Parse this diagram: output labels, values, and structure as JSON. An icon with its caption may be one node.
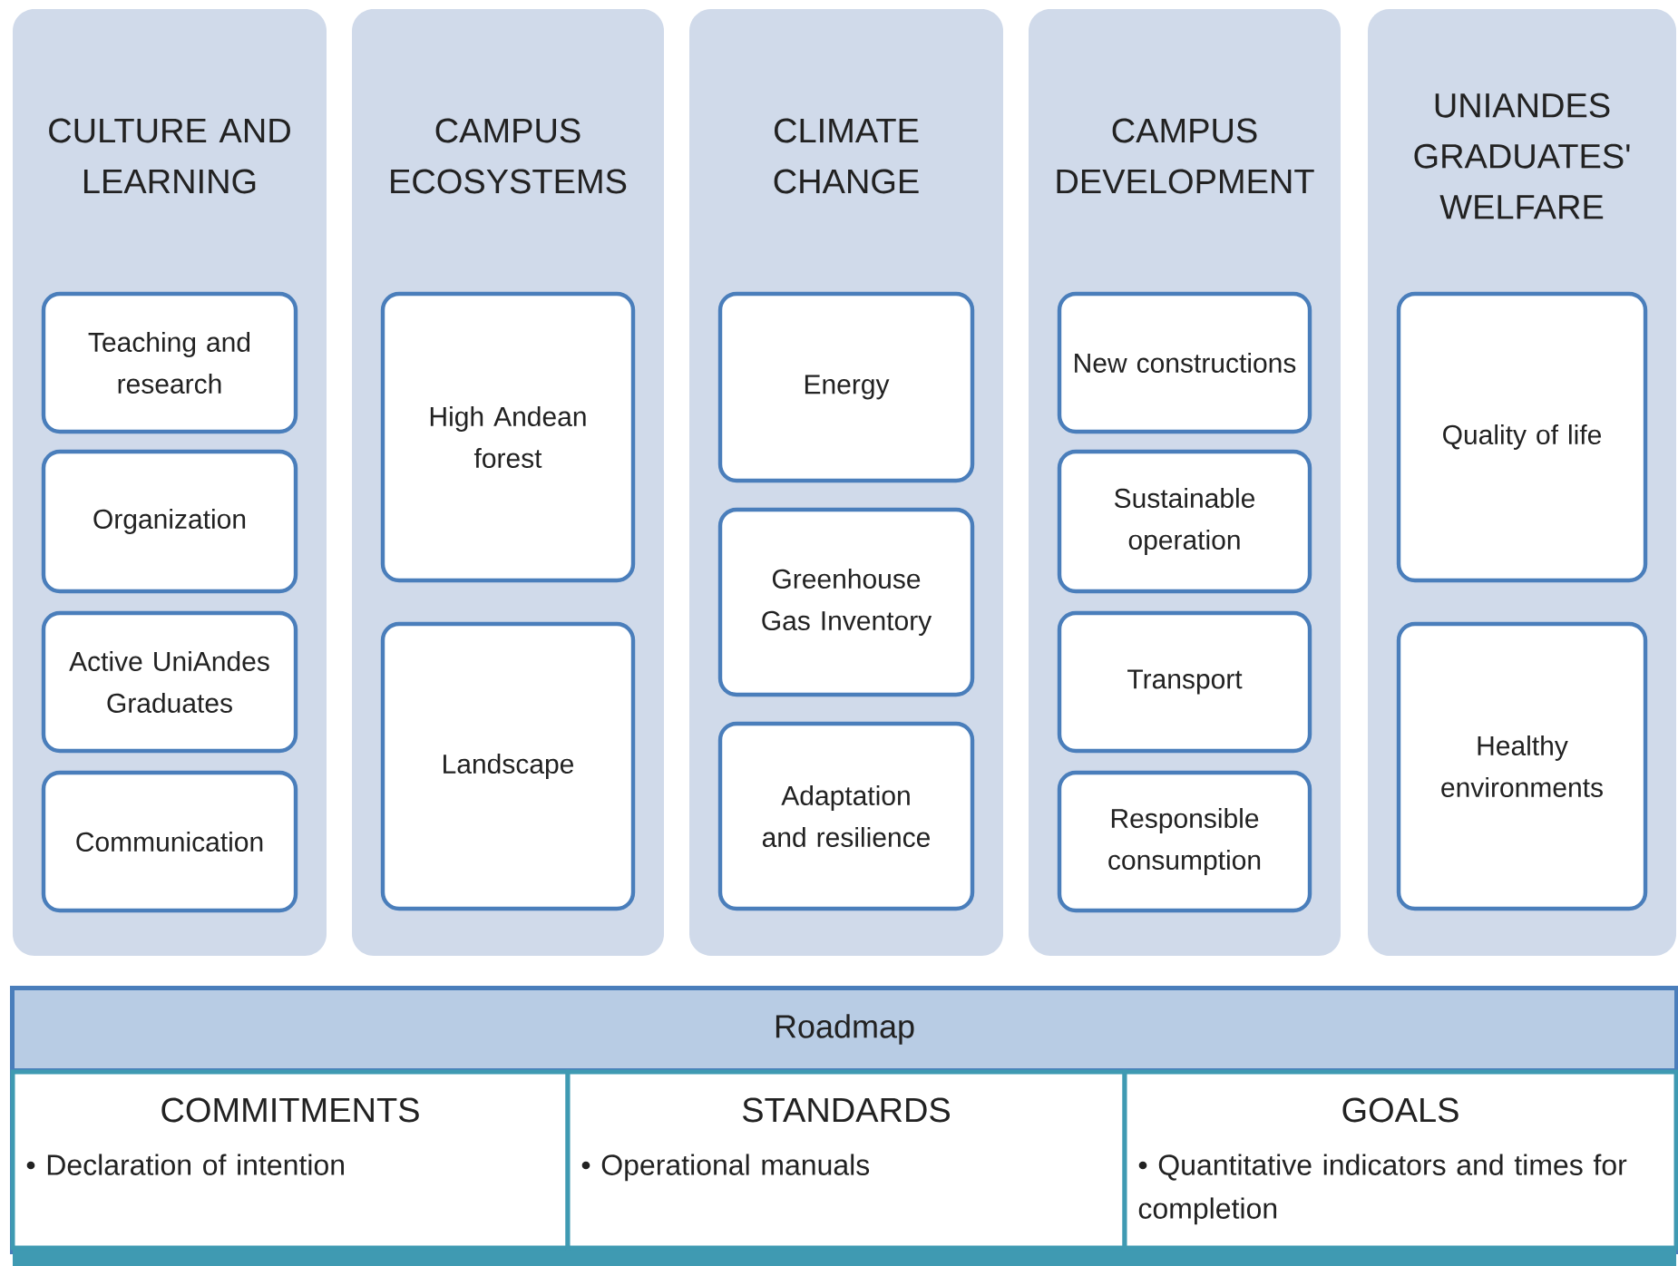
{
  "diagram": {
    "nodes": [
      {
        "text": [
          "CULTURE AND LEARNING"
        ]
      },
      {
        "text": [
          "CAMPUS ECOSYSTEMS"
        ]
      },
      {
        "text": [
          "CLIMATE CHANGE"
        ]
      },
      {
        "text": [
          "CAMPUS DEVELOPMENT"
        ]
      },
      {
        "text": [
          "UNIANDES GRADUATES' WELFARE"
        ]
      },
      {
        "text": [
          "Teaching and research"
        ],
        "in": 0
      },
      {
        "text": [
          "Organization"
        ],
        "in": 0
      },
      {
        "text": [
          "Active UniAndes Graduates"
        ],
        "in": 0
      },
      {
        "text": [
          "Communication"
        ],
        "in": 0
      },
      {
        "text": [
          "High Andean forest"
        ],
        "in": 1
      },
      {
        "text": [
          "Landscape"
        ],
        "in": 1
      },
      {
        "text": [
          "Energy"
        ],
        "in": 2
      },
      {
        "text": [
          "Greenhouse Gas Inventory"
        ],
        "in": 2
      },
      {
        "text": [
          "Adaptation and resilience"
        ],
        "in": 2
      },
      {
        "text": [
          "New constructions"
        ],
        "in": 3
      },
      {
        "text": [
          "Sustainable operation"
        ],
        "in": 3
      },
      {
        "text": [
          "Transport"
        ],
        "in": 3
      },
      {
        "text": [
          "Responsible consumption"
        ],
        "in": 3
      },
      {
        "text": [
          "Quality of life"
        ],
        "in": 4
      },
      {
        "text": [
          "Healthy environments"
        ],
        "in": 4
      },
      {
        "text": [
          "Roadmap"
        ]
      },
      {
        "text": [
          "COMMITMENTS",
          "• Declaration of intention"
        ]
      },
      {
        "text": [
          "STANDARDS",
          "• Operational manuals"
        ]
      },
      {
        "text": [
          "GOALS",
          "• Quantitative indicators and times for completion"
        ]
      }
    ]
  }
}
